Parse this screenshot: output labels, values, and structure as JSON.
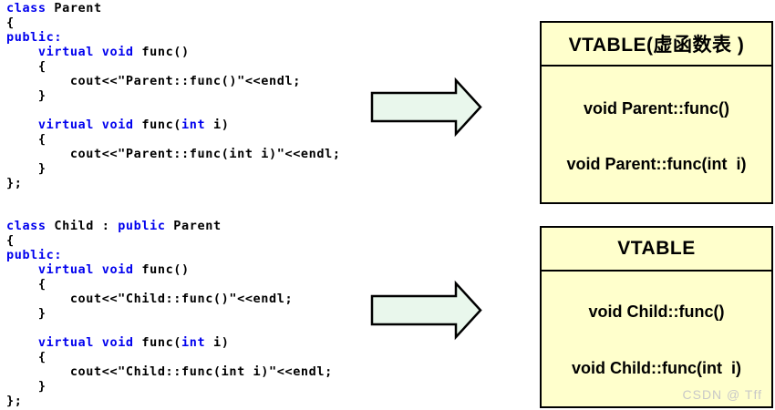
{
  "colors": {
    "background": "#ffffff",
    "keyword": "#0000ee",
    "code_text": "#000000",
    "box_fill": "#ffffcc",
    "box_border": "#000000",
    "arrow_fill": "#e9f7ec",
    "arrow_border": "#000000",
    "watermark": "#c8c8c8"
  },
  "code_blocks": [
    {
      "name": "parent-class-code",
      "lines": [
        [
          {
            "k": "kw",
            "t": "class"
          },
          {
            "k": "txt",
            "t": " Parent"
          }
        ],
        [
          {
            "k": "txt",
            "t": "{"
          }
        ],
        [
          {
            "k": "kw",
            "t": "public:"
          }
        ],
        [
          {
            "k": "txt",
            "t": "    "
          },
          {
            "k": "kw",
            "t": "virtual"
          },
          {
            "k": "txt",
            "t": " "
          },
          {
            "k": "kw",
            "t": "void"
          },
          {
            "k": "txt",
            "t": " func()"
          }
        ],
        [
          {
            "k": "txt",
            "t": "    {"
          }
        ],
        [
          {
            "k": "txt",
            "t": "        cout<<\"Parent::func()\"<<endl;"
          }
        ],
        [
          {
            "k": "txt",
            "t": "    }"
          }
        ],
        [],
        [
          {
            "k": "txt",
            "t": "    "
          },
          {
            "k": "kw",
            "t": "virtual"
          },
          {
            "k": "txt",
            "t": " "
          },
          {
            "k": "kw",
            "t": "void"
          },
          {
            "k": "txt",
            "t": " func("
          },
          {
            "k": "kw",
            "t": "int"
          },
          {
            "k": "txt",
            "t": " i)"
          }
        ],
        [
          {
            "k": "txt",
            "t": "    {"
          }
        ],
        [
          {
            "k": "txt",
            "t": "        cout<<\"Parent::func(int i)\"<<endl;"
          }
        ],
        [
          {
            "k": "txt",
            "t": "    }"
          }
        ],
        [
          {
            "k": "txt",
            "t": "};"
          }
        ]
      ]
    },
    {
      "name": "child-class-code",
      "lines": [
        [
          {
            "k": "kw",
            "t": "class"
          },
          {
            "k": "txt",
            "t": " Child : "
          },
          {
            "k": "kw",
            "t": "public"
          },
          {
            "k": "txt",
            "t": " Parent"
          }
        ],
        [
          {
            "k": "txt",
            "t": "{"
          }
        ],
        [
          {
            "k": "kw",
            "t": "public:"
          }
        ],
        [
          {
            "k": "txt",
            "t": "    "
          },
          {
            "k": "kw",
            "t": "virtual"
          },
          {
            "k": "txt",
            "t": " "
          },
          {
            "k": "kw",
            "t": "void"
          },
          {
            "k": "txt",
            "t": " func()"
          }
        ],
        [
          {
            "k": "txt",
            "t": "    {"
          }
        ],
        [
          {
            "k": "txt",
            "t": "        cout<<\"Child::func()\"<<endl;"
          }
        ],
        [
          {
            "k": "txt",
            "t": "    }"
          }
        ],
        [],
        [
          {
            "k": "txt",
            "t": "    "
          },
          {
            "k": "kw",
            "t": "virtual"
          },
          {
            "k": "txt",
            "t": " "
          },
          {
            "k": "kw",
            "t": "void"
          },
          {
            "k": "txt",
            "t": " func("
          },
          {
            "k": "kw",
            "t": "int"
          },
          {
            "k": "txt",
            "t": " i)"
          }
        ],
        [
          {
            "k": "txt",
            "t": "    {"
          }
        ],
        [
          {
            "k": "txt",
            "t": "        cout<<\"Child::func(int i)\"<<endl;"
          }
        ],
        [
          {
            "k": "txt",
            "t": "    }"
          }
        ],
        [
          {
            "k": "txt",
            "t": "};"
          }
        ]
      ]
    }
  ],
  "vtables": [
    {
      "title": "VTABLE(虚函数表 )",
      "entries": [
        "void Parent::func()",
        "void Parent::func(int  i)"
      ]
    },
    {
      "title": "VTABLE",
      "entries": [
        "void Child::func()",
        "void Child::func(int  i)"
      ]
    }
  ],
  "watermark": "CSDN @ Tff"
}
